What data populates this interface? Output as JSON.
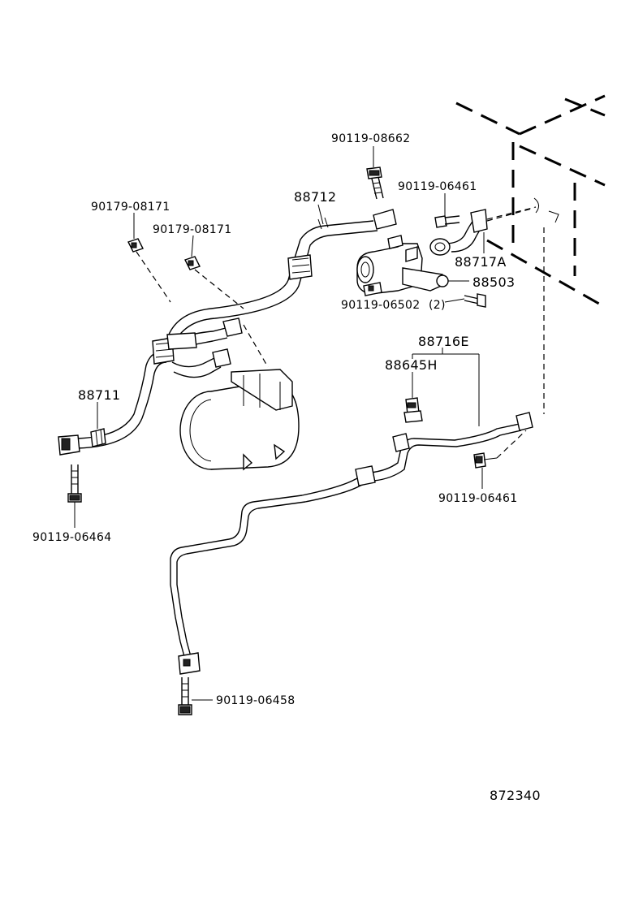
{
  "labels": {
    "bolt_top": "90119-08662",
    "clamp_left": "90179-08171",
    "clamp_mid": "90179-08171",
    "hose_upper": "88712",
    "bolt_bracket": "90119-06461",
    "hose_88717a": "88717A",
    "sensor_88503": "88503",
    "bolt_90119_06502": "90119-06502",
    "bolt_qty": "(2)",
    "tube_88716e": "88716E",
    "switch_88645h": "88645H",
    "hose_88711": "88711",
    "bolt_right": "90119-06461",
    "bolt_left": "90119-06464",
    "bolt_bottom": "90119-06458",
    "diagram_number": "872340"
  }
}
